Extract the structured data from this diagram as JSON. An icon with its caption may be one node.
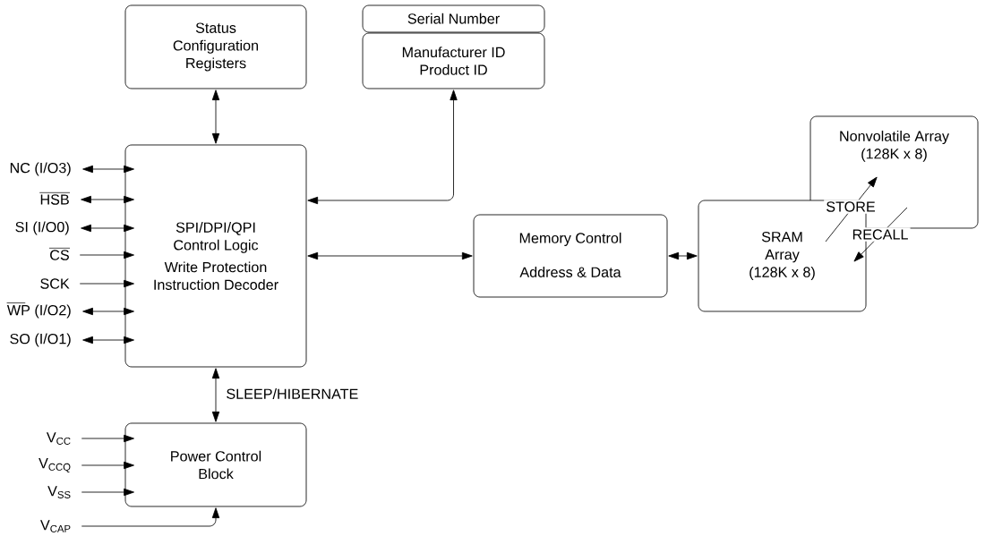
{
  "diagram": {
    "nodes": [
      {
        "text": [
          "Status Configuration Registers"
        ]
      },
      {
        "text": [
          "Serial Number"
        ]
      },
      {
        "text": [
          "Manufacturer ID Product ID"
        ]
      },
      {
        "text": [
          "SPI/DPI/QPI Control Logic",
          "Write Protection Instruction Decoder"
        ]
      },
      {
        "text": [
          "Memory Control",
          "Address & Data"
        ]
      },
      {
        "text": [
          "Nonvolatile Array (128K x 8)"
        ]
      },
      {
        "text": [
          "SRAM Array (128K x 8)"
        ]
      },
      {
        "text": [
          "Power Control Block"
        ]
      },
      {
        "text": [
          "NC (I/O3)"
        ]
      },
      {
        "text": [
          "HSB"
        ]
      },
      {
        "text": [
          "SI (I/O0)"
        ]
      },
      {
        "text": [
          "CS"
        ]
      },
      {
        "text": [
          "SCK"
        ]
      },
      {
        "text": [
          "WP (I/O2)"
        ]
      },
      {
        "text": [
          "SO (I/O1)"
        ]
      },
      {
        "text": [
          "V$_{CC}$"
        ]
      },
      {
        "text": [
          "V$_{CCQ}$"
        ]
      },
      {
        "text": [
          "V$_{SS}$"
        ]
      },
      {
        "text": [
          "V$_{CAP}$"
        ]
      }
    ],
    "edges": [
      {
        "from": 3,
        "to": 0,
        "arrow": "both"
      },
      {
        "from": 3,
        "to": 2,
        "arrow": "both"
      },
      {
        "from": 3,
        "to": 4,
        "arrow": "both"
      },
      {
        "from": 4,
        "to": 6,
        "arrow": "both"
      },
      {
        "from": 6,
        "to": 5,
        "arrow": "to",
        "label": "STORE"
      },
      {
        "from": 5,
        "to": 6,
        "arrow": "to",
        "label": "RECALL"
      },
      {
        "from": 3,
        "to": 7,
        "arrow": "both",
        "label": "SLEEP/HIBERNATE"
      },
      {
        "from": 8,
        "to": 3,
        "arrow": "both"
      },
      {
        "from": 9,
        "to": 3,
        "arrow": "both"
      },
      {
        "from": 10,
        "to": 3,
        "arrow": "both"
      },
      {
        "from": 11,
        "to": 3,
        "arrow": "to"
      },
      {
        "from": 12,
        "to": 3,
        "arrow": "to"
      },
      {
        "from": 13,
        "to": 3,
        "arrow": "both"
      },
      {
        "from": 14,
        "to": 3,
        "arrow": "both"
      },
      {
        "from": 15,
        "to": 7,
        "arrow": "to"
      },
      {
        "from": 16,
        "to": 7,
        "arrow": "to"
      },
      {
        "from": 17,
        "to": 7,
        "arrow": "to"
      },
      {
        "from": 18,
        "to": 7,
        "arrow": "to"
      }
    ]
  }
}
